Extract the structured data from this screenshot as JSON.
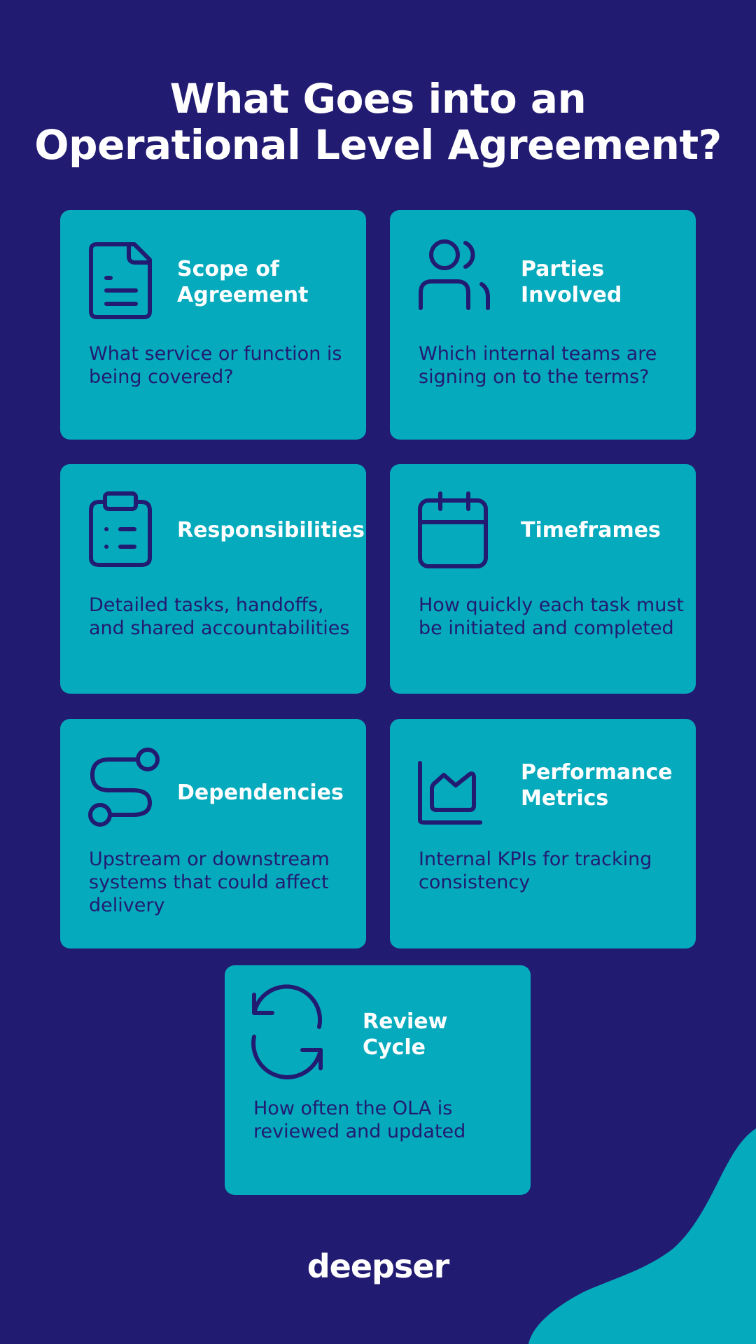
{
  "page": {
    "title_line1": "What Goes into an",
    "title_line2": "Operational Level Agreement?",
    "logo": "deepser",
    "colors": {
      "background": "#221b72",
      "card": "#06aabd",
      "heading": "#ffffff",
      "body_text": "#221b72",
      "icon_stroke": "#221b72"
    }
  },
  "cards": [
    {
      "icon": "document-icon",
      "title_line1": "Scope of",
      "title_line2": "Agreement",
      "description": "What service or function is being covered?"
    },
    {
      "icon": "users-icon",
      "title_line1": "Parties",
      "title_line2": "Involved",
      "description": "Which internal teams are signing on to the terms?"
    },
    {
      "icon": "clipboard-list-icon",
      "title_line1": "Responsibilities",
      "title_line2": "",
      "description": "Detailed tasks, handoffs, and shared accountabilities"
    },
    {
      "icon": "calendar-icon",
      "title_line1": "Timeframes",
      "title_line2": "",
      "description": "How quickly each task must be initiated and completed"
    },
    {
      "icon": "route-icon",
      "title_line1": "Dependencies",
      "title_line2": "",
      "description": "Upstream or downstream systems that could affect delivery"
    },
    {
      "icon": "area-chart-icon",
      "title_line1": "Performance",
      "title_line2": "Metrics",
      "description": "Internal KPIs for tracking consistency"
    },
    {
      "icon": "refresh-cycle-icon",
      "title_line1": "Review",
      "title_line2": "Cycle",
      "description": "How often the OLA is reviewed and updated"
    }
  ]
}
